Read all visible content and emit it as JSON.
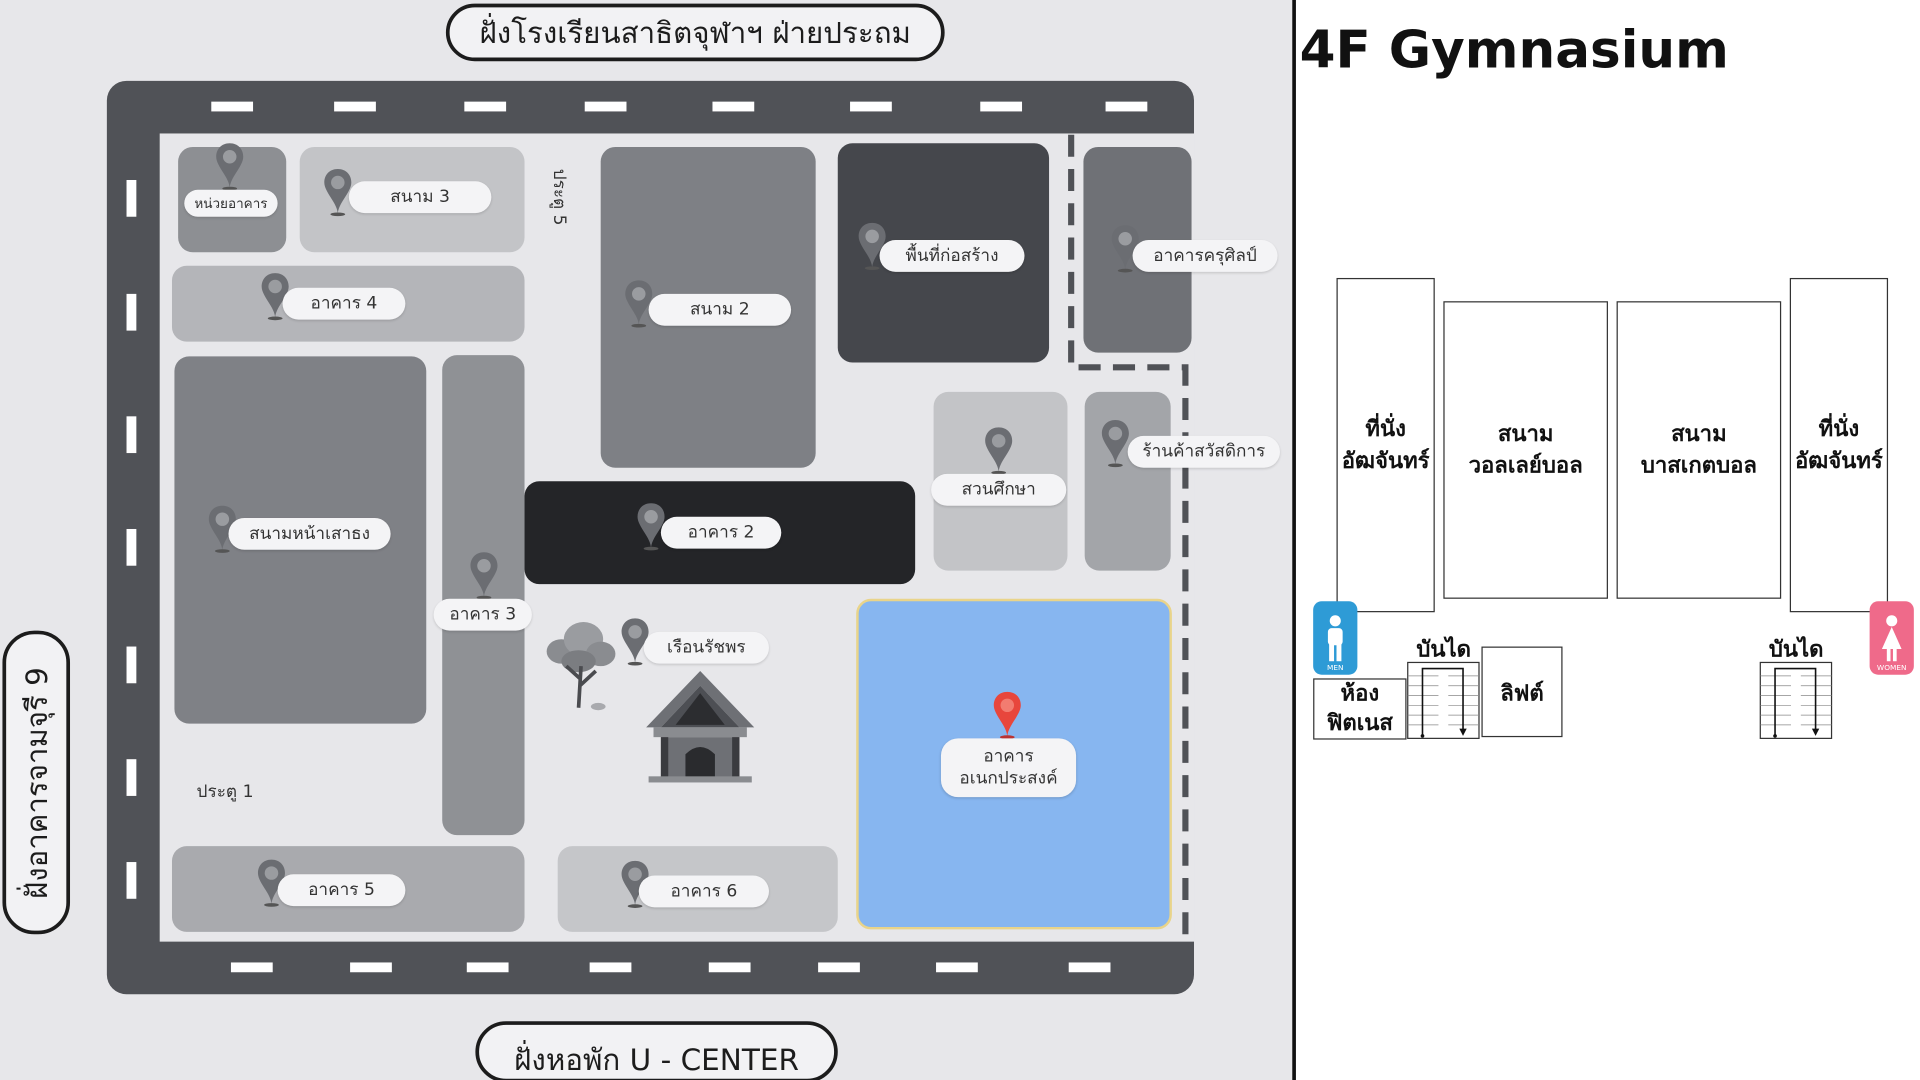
{
  "sides": {
    "top": "ฝั่งโรงเรียนสาธิตจุฬาฯ ฝ่ายประถม",
    "bottom": "ฝั่งหอพัก U - CENTER",
    "left": "ฝั่งอาคารจามจุรี 9"
  },
  "campus": {
    "unit": "หน่วยอาคาร",
    "field3": "สนาม 3",
    "bldg4": "อาคาร 4",
    "gate5": "ประตู 5",
    "field2": "สนาม 2",
    "construction": "พื้นที่ก่อสร้าง",
    "kru": "อาคารครุศิลป์",
    "parade": "สนามหน้าเสาธง",
    "bldg3": "อาคาร 3",
    "bldg2": "อาคาร 2",
    "garden": "สวนศึกษา",
    "welfare": "ร้านค้าสวัสดิการ",
    "ruean": "เรือนรัชพร",
    "multi_line1": "อาคาร",
    "multi_line2": "อเนกประสงค์",
    "gate1": "ประตู 1",
    "bldg5": "อาคาร 5",
    "bldg6": "อาคาร 6"
  },
  "floor": {
    "title": "4F Gymnasium",
    "seat_left": [
      "ที่นั่ง",
      "อัฒจันทร์"
    ],
    "volley": [
      "สนาม",
      "วอลเลย์บอล"
    ],
    "basket": [
      "สนาม",
      "บาสเกตบอล"
    ],
    "seat_right": [
      "ที่นั่ง",
      "อัฒจันทร์"
    ],
    "men": "MEN",
    "women": "WOMEN",
    "stairs_left": "บันได",
    "stairs_right": "บันได",
    "fitness": [
      "ห้อง",
      "ฟิตเนส"
    ],
    "lift": "ลิฟต์"
  },
  "colors": {
    "road": "#505257",
    "ground": "#e7e7ea",
    "highlight": "#87b6f0",
    "pin_active": "#e8463c",
    "men": "#2e9bd6",
    "women": "#ef6a8a"
  }
}
